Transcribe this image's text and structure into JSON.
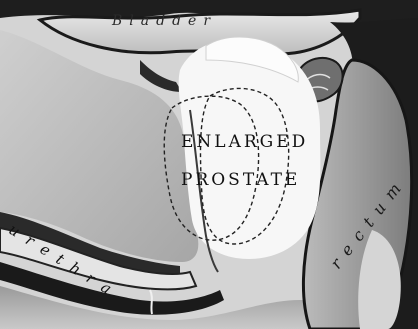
{
  "labels": {
    "bladder": "Bladder",
    "enlarged": "ENLARGED",
    "prostate": "PROSTATE",
    "urethra": "urethra",
    "rectum": "rectum"
  },
  "colors": {
    "background": "#d8d8d8",
    "dark_tissue": "#1e1e1e",
    "mid_tissue": "#8f8f8f",
    "light_tissue": "#e6e6e6",
    "prostate": "#f7f7f7",
    "text": "#111111"
  }
}
